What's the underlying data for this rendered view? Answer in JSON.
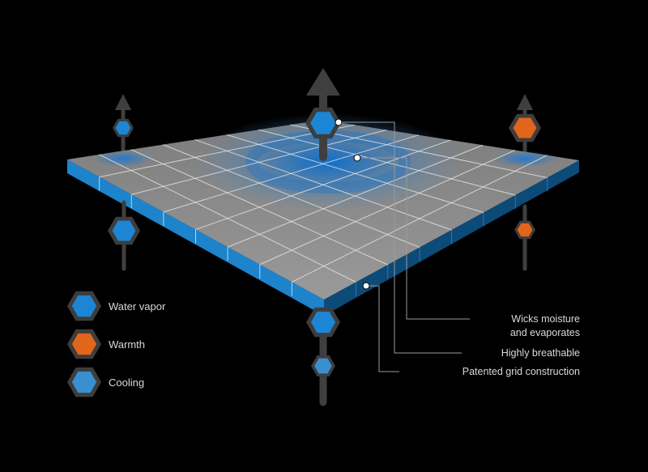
{
  "colors": {
    "background": "#000000",
    "surface": "#8a8a8a",
    "grid_line": "#e6e6e6",
    "edge_blue": "#1d84cc",
    "edge_dark": "#0c4a78",
    "vapor": "#1c86d4",
    "warmth": "#e2651c",
    "cooling": "#3a8fd0",
    "hex_border": "#3d3d3d",
    "arrow": "#3f3f3f",
    "leader_line": "#9a9a9a"
  },
  "legend": [
    {
      "icon": "water-vapor-hex-icon",
      "label": "Water vapor",
      "color": "#1c86d4"
    },
    {
      "icon": "warmth-hex-icon",
      "label": "Warmth",
      "color": "#e2651c"
    },
    {
      "icon": "cooling-hex-icon",
      "label": "Cooling",
      "color": "#3a8fd0"
    }
  ],
  "callouts": [
    {
      "lines": [
        "Wicks moisture",
        "and evaporates"
      ]
    },
    {
      "lines": [
        "Highly breathable"
      ]
    },
    {
      "lines": [
        "Patented grid construction"
      ]
    }
  ]
}
